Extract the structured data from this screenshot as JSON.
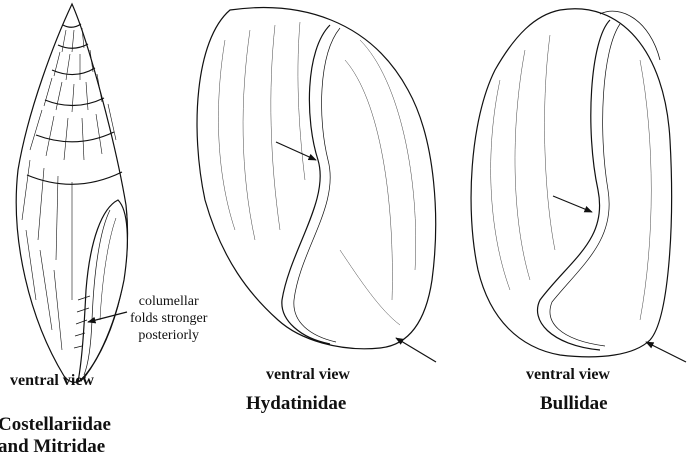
{
  "figures": [
    {
      "id": "costellariidae",
      "view_label": "ventral view",
      "family_label": [
        "Costellariidae",
        "and Mitridae"
      ],
      "annotation": [
        "columellar",
        "folds stronger",
        "posteriorly"
      ]
    },
    {
      "id": "hydatinidae",
      "view_label": "ventral view",
      "family_label": [
        "Hydatinidae"
      ]
    },
    {
      "id": "bullidae",
      "view_label": "ventral view",
      "family_label": [
        "Bullidae"
      ]
    }
  ]
}
